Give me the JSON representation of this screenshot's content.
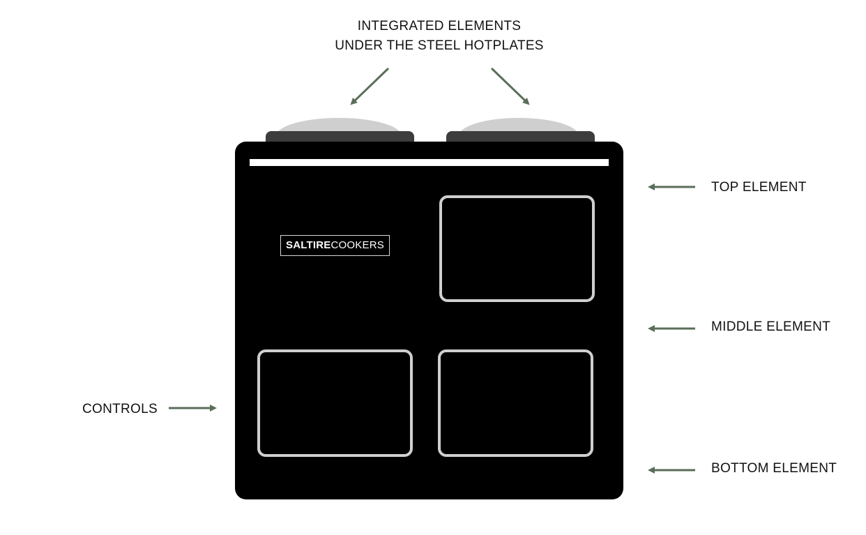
{
  "caption": {
    "line1": "INTEGRATED ELEMENTS",
    "line2": "UNDER THE STEEL HOTPLATES"
  },
  "labels": {
    "top_element": "TOP ELEMENT",
    "middle_element": "MIDDLE ELEMENT",
    "bottom_element": "BOTTOM ELEMENT",
    "controls": "CONTROLS"
  },
  "logo": {
    "bold": "SALTIRE",
    "regular": "COOKERS"
  },
  "colors": {
    "arrow": "#5a6e5a",
    "cooker_body": "#000000",
    "door_outline": "#cfcfcf",
    "hotplate_lid": "#3d3d3d",
    "hotplate_dome": "#cfcfcf"
  }
}
